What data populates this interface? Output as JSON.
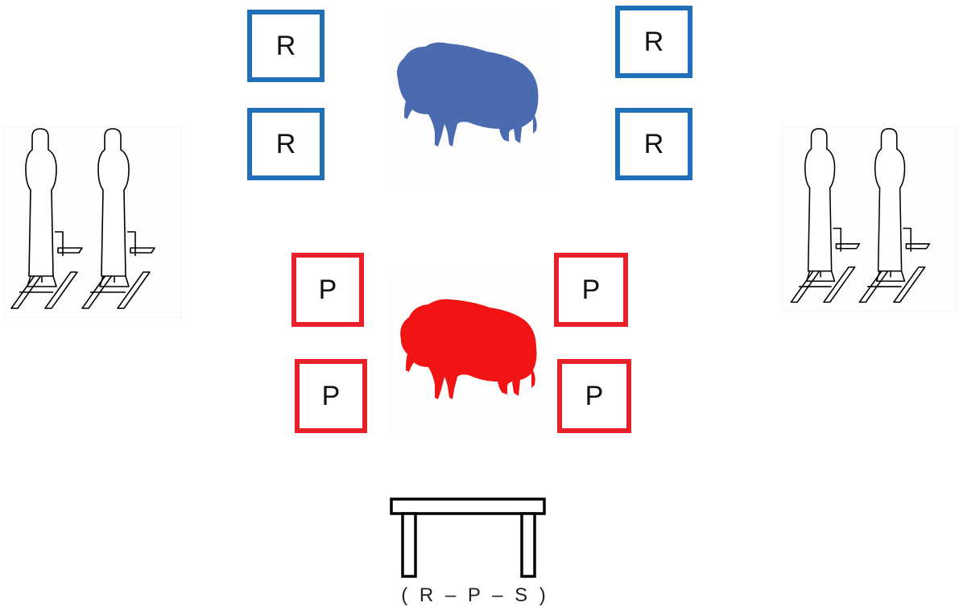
{
  "colors": {
    "blue_frame": "#1f6fb8",
    "blue_bison": "#4a6bb0",
    "red_frame": "#e8202a",
    "red_bison": "#f01414",
    "outline": "#000000"
  },
  "icons": {
    "steel_target_icon": "steel-popper-target-pair-icon",
    "bison_icon": "bison-silhouette-icon",
    "table_icon": "shooting-table-icon"
  },
  "blue_group": {
    "boxes": [
      {
        "label": "R"
      },
      {
        "label": "R"
      },
      {
        "label": "R"
      },
      {
        "label": "R"
      }
    ]
  },
  "red_group": {
    "boxes": [
      {
        "label": "P"
      },
      {
        "label": "P"
      },
      {
        "label": "P"
      },
      {
        "label": "P"
      }
    ]
  },
  "start_position": {
    "caption": "( R – P – S )"
  }
}
